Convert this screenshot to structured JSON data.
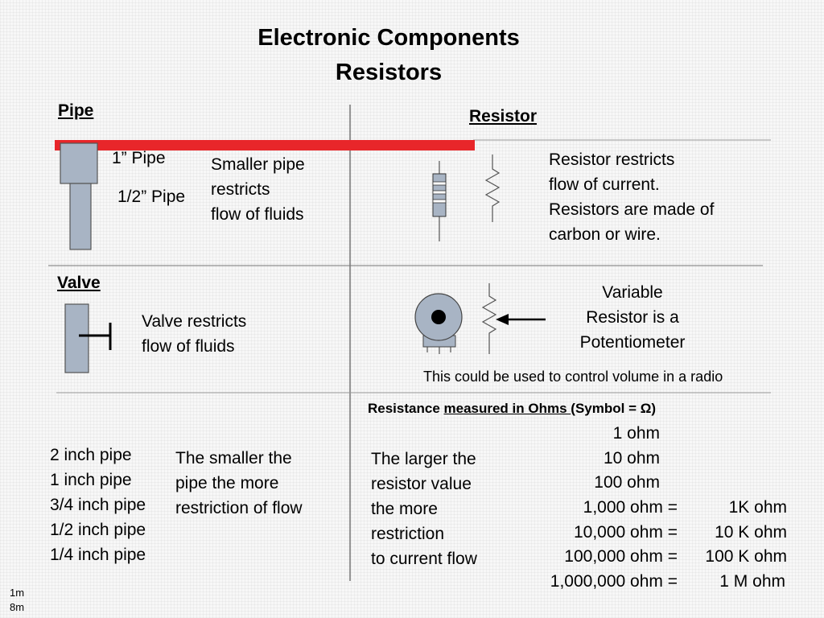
{
  "title": {
    "line1": "Electronic Components",
    "line2": "Resistors"
  },
  "pipe_section": {
    "heading": "Pipe",
    "label_1inch": "1” Pipe",
    "label_halfinch": "1/2” Pipe",
    "description": "Smaller pipe\nrestricts\nflow of fluids"
  },
  "resistor_section": {
    "heading": "Resistor",
    "description": "Resistor restricts\nflow of current.\nResistors are made of\ncarbon or wire."
  },
  "valve_section": {
    "heading": "Valve",
    "description": "Valve restricts\nflow of fluids"
  },
  "variable_section": {
    "description": "Variable\nResistor is a\nPotentiometer",
    "note": "This could be used to control volume in a radio"
  },
  "resistance_heading": {
    "part1": "Resistance ",
    "part2": "measured in Ohms ",
    "part3": " (Symbol = Ω)"
  },
  "pipe_sizes": [
    "2 inch pipe",
    "1 inch pipe",
    "3/4 inch pipe",
    "1/2 inch pipe",
    "1/4 inch pipe"
  ],
  "pipe_explanation": "The smaller the\npipe the more\nrestriction of flow",
  "resistor_explanation": "The larger the\nresistor value\nthe more\nrestriction\nto current flow",
  "ohm_values": [
    {
      "ohm": "1 ohm",
      "equals": "",
      "metric": ""
    },
    {
      "ohm": "10 ohm",
      "equals": "",
      "metric": ""
    },
    {
      "ohm": "100 ohm",
      "equals": "",
      "metric": ""
    },
    {
      "ohm": "1,000 ohm =",
      "equals": "",
      "metric": "1K ohm"
    },
    {
      "ohm": "10,000 ohm =",
      "equals": "",
      "metric": "10 K ohm"
    },
    {
      "ohm": "100,000 ohm =",
      "equals": "",
      "metric": "100 K ohm"
    },
    {
      "ohm": "1,000,000 ohm =",
      "equals": "",
      "metric": "1 M ohm"
    }
  ],
  "footer": {
    "line1": "1m",
    "line2": "8m"
  },
  "colors": {
    "accent_red": "#e8262a",
    "pipe_gray": "#a8b4c4",
    "line_gray": "#555555"
  }
}
